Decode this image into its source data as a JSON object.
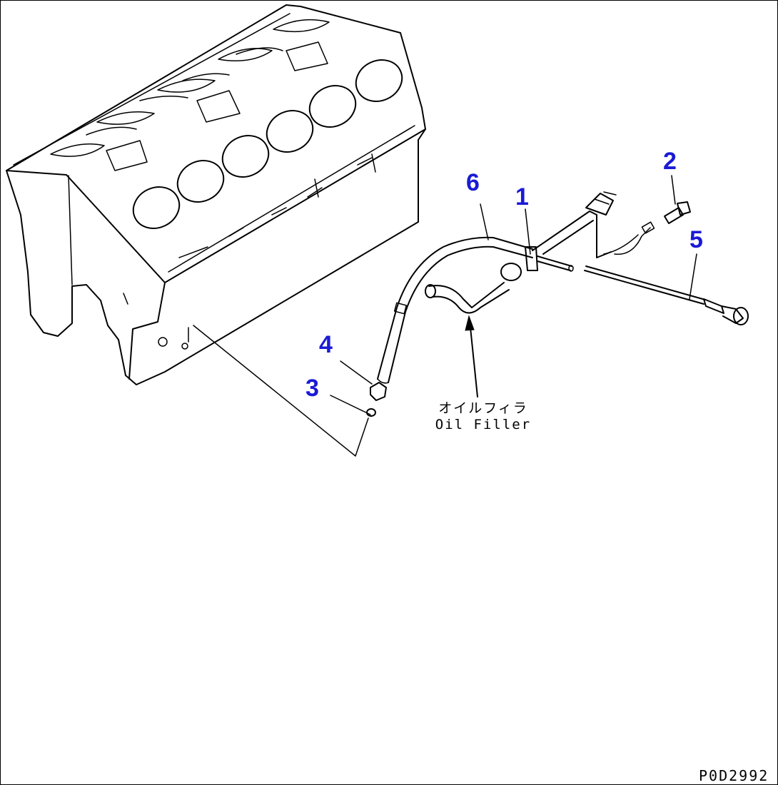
{
  "callouts": {
    "c1": "1",
    "c2": "2",
    "c3": "3",
    "c4": "4",
    "c5": "5",
    "c6": "6"
  },
  "note": {
    "jp": "オイルフィラ",
    "en": "Oil Filler"
  },
  "drawing_code": "P0D2992",
  "colors": {
    "callout": "#1a1ad6",
    "line": "#000000",
    "background": "#ffffff"
  }
}
